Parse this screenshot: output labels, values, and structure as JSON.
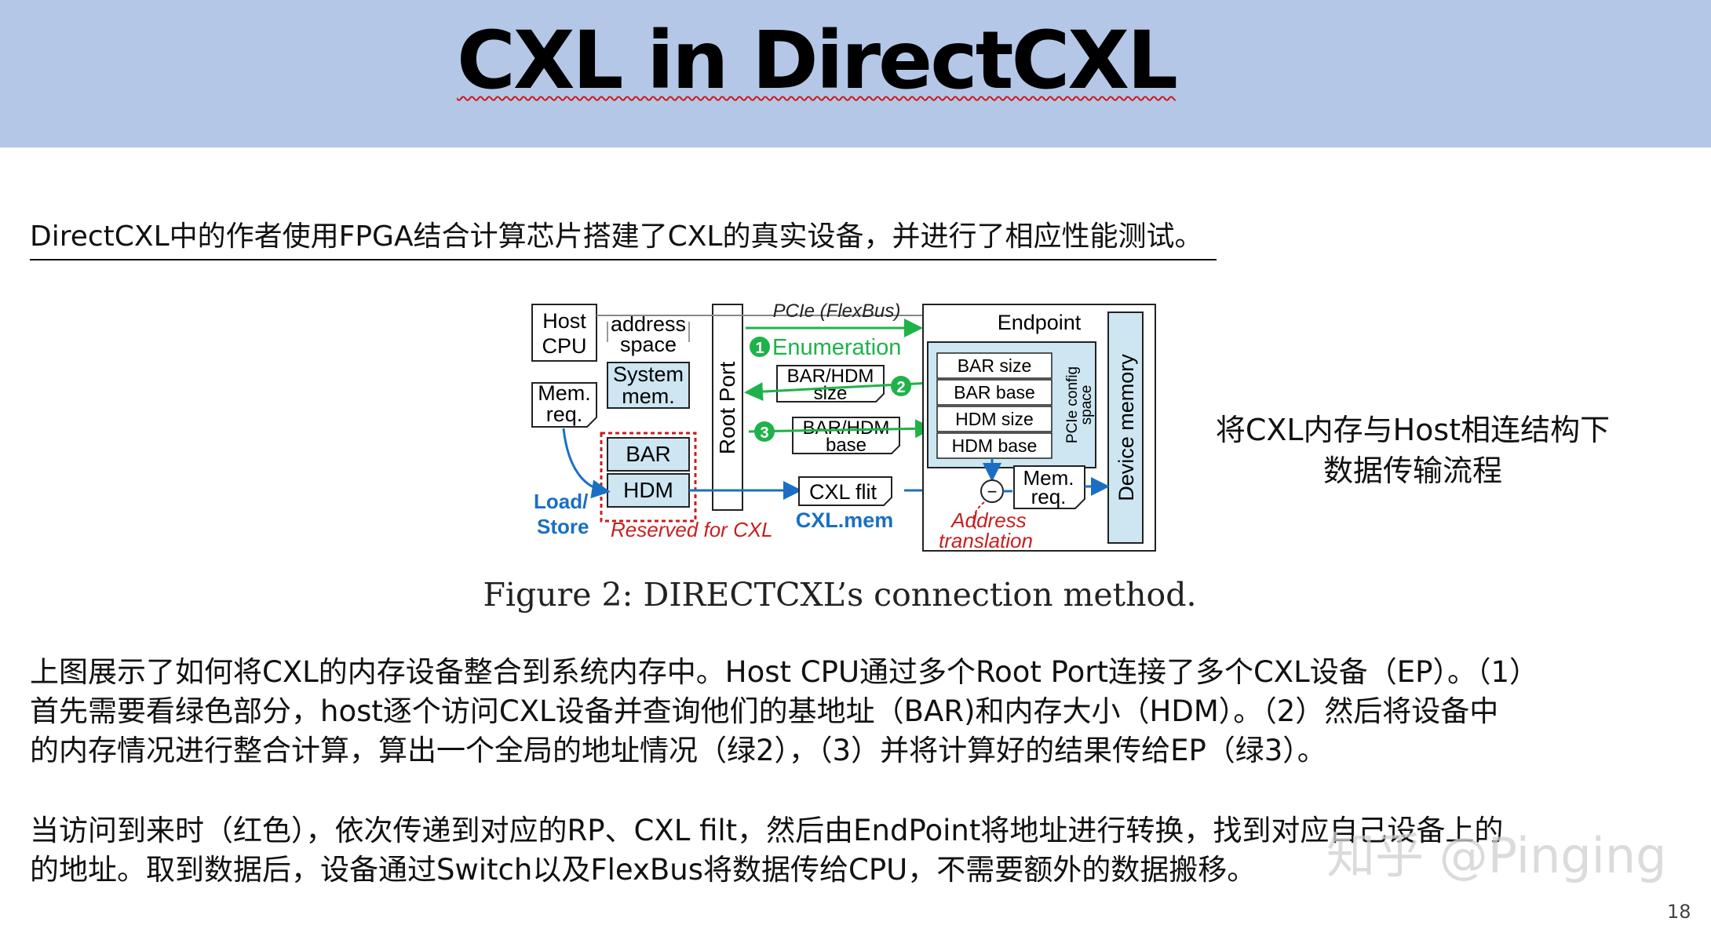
{
  "header": {
    "title": "CXL in DirectCXL"
  },
  "intro": "DirectCXL中的作者使用FPGA结合计算芯片搭建了CXL的真实设备，并进行了相应性能测试。",
  "figure": {
    "caption": "Figure 2: DIRECTCXL’s connection method.",
    "labels": {
      "host_cpu_1": "Host",
      "host_cpu_2": "CPU",
      "address_1": "address",
      "address_2": "space",
      "system_1": "System",
      "system_2": "mem.",
      "memreq_left_1": "Mem.",
      "memreq_left_2": "req.",
      "bar": "BAR",
      "hdm": "HDM",
      "load": "Load/",
      "store": "Store",
      "reserved": "Reserved for CXL",
      "root_port": "Root Port",
      "pcie": "PCIe (FlexBus)",
      "enumeration": "Enumeration",
      "size_1": "BAR/HDM",
      "size_2": "size",
      "base_1": "BAR/HDM",
      "base_2": "base",
      "cxl_flit": "CXL flit",
      "cxl_mem": "CXL.mem",
      "endpoint": "Endpoint",
      "bar_size": "BAR size",
      "bar_base": "BAR base",
      "hdm_size": "HDM size",
      "hdm_base": "HDM base",
      "pcie_config_1": "PCIe config",
      "pcie_config_2": "space",
      "device_memory": "Device memory",
      "memreq_right_1": "Mem.",
      "memreq_right_2": "req.",
      "addr_trans_1": "Address",
      "addr_trans_2": "translation",
      "step1": "1",
      "step2": "2",
      "step3": "3",
      "minus": "−"
    },
    "colors": {
      "green": "#1fb24a",
      "blue": "#1a6fc4",
      "red": "#c81e1e",
      "panel": "#cde6f2"
    }
  },
  "side_note": {
    "line1": "将CXL内存与Host相连结构下",
    "line2": "数据传输流程"
  },
  "paragraph1": {
    "line1": "上图展示了如何将CXL的内存设备整合到系统内存中。Host CPU通过多个Root Port连接了多个CXL设备（EP）。（1）",
    "line2": "首先需要看绿色部分，host逐个访问CXL设备并查询他们的基地址（BAR)和内存大小（HDM）。（2）然后将设备中",
    "line3": "的内存情况进行整合计算，算出一个全局的地址情况（绿2），（3）并将计算好的结果传给EP（绿3）。"
  },
  "paragraph2": {
    "line1": "当访问到来时（红色），依次传递到对应的RP、CXL filt，然后由EndPoint将地址进行转换，找到对应自己设备上的",
    "line2": "的地址。取到数据后，设备通过Switch以及FlexBus将数据传给CPU，不需要额外的数据搬移。"
  },
  "watermark": "知乎 @Pinging",
  "page_number": "18"
}
